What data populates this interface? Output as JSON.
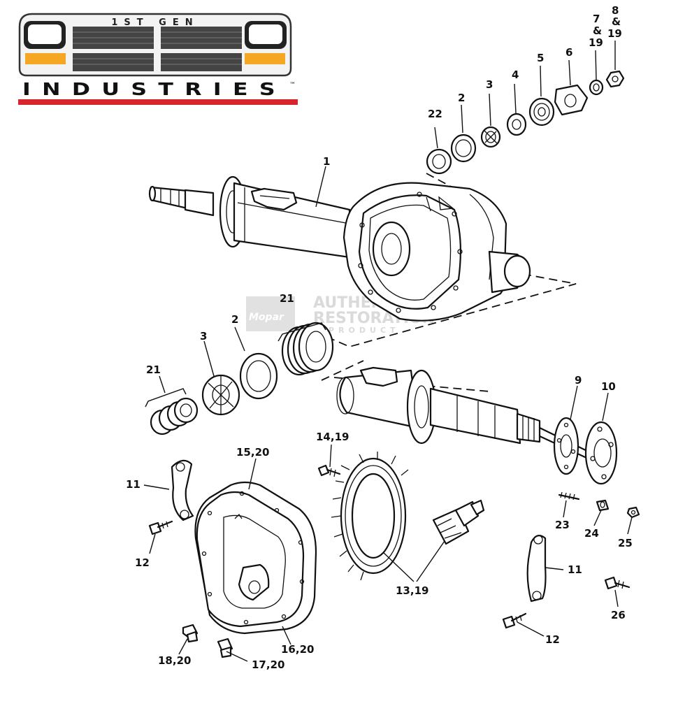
{
  "logo": {
    "top_text": "1ST GEN",
    "brand_text": "INDUSTRIES",
    "trademark": "™",
    "accent_color": "#d7262b",
    "lamp_color": "#f5a623"
  },
  "watermark": {
    "badge_text": "Mopar",
    "line1": "AUTHENTIC",
    "line2": "RESTORATION",
    "line3": "PRODUCT"
  },
  "callouts": {
    "c1": "1",
    "c2_top": "2",
    "c3_top": "3",
    "c4": "4",
    "c5": "5",
    "c6": "6",
    "c7": "7",
    "c7_amp": "&",
    "c7_19": "19",
    "c8": "8",
    "c8_amp": "&",
    "c8_19": "19",
    "c22": "22",
    "c21_mid": "21",
    "c2_mid": "2",
    "c3_mid": "3",
    "c21_left": "21",
    "c9": "9",
    "c10": "10",
    "c14_19": "14,19",
    "c15_20": "15,20",
    "c11_left": "11",
    "c12_left": "12",
    "c23": "23",
    "c24": "24",
    "c25": "25",
    "c11_right": "11",
    "c13_19": "13,19",
    "c26": "26",
    "c12_right": "12",
    "c16_20": "16,20",
    "c18_20": "18,20",
    "c17_20": "17,20"
  }
}
